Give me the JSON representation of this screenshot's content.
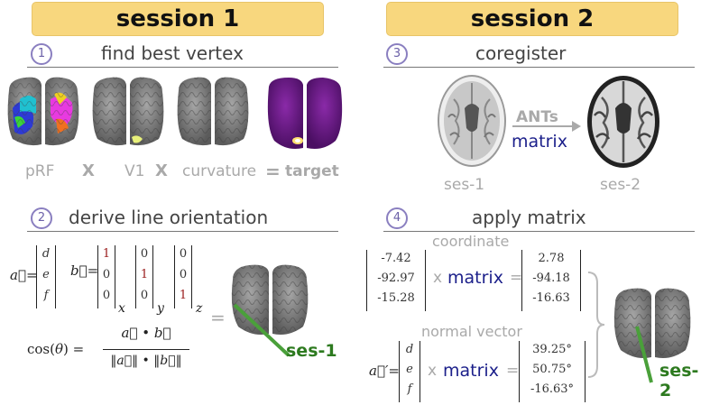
{
  "sessions": {
    "s1": "session 1",
    "s2": "session 2"
  },
  "steps": {
    "s1": {
      "num": "1",
      "title": "find best vertex"
    },
    "s2": {
      "num": "2",
      "title": "derive line orientation"
    },
    "s3": {
      "num": "3",
      "title": "coregister"
    },
    "s4": {
      "num": "4",
      "title": "apply matrix"
    }
  },
  "vertex_row": {
    "prf": "pRF",
    "times1": "X",
    "v1": "V1",
    "times2": "X",
    "curvature": "curvature",
    "equals": "=",
    "target": "target"
  },
  "coreg": {
    "ants": "ANTs",
    "matrix": "matrix",
    "ses1": "ses-1",
    "ses2": "ses-2"
  },
  "orientation": {
    "a_vec": [
      "d",
      "e",
      "f"
    ],
    "basis_x": [
      "1",
      "0",
      "0"
    ],
    "basis_y": [
      "0",
      "1",
      "0"
    ],
    "basis_z": [
      "0",
      "0",
      "1"
    ],
    "sub_x": "x",
    "sub_y": "y",
    "sub_z": "z",
    "equals": "=",
    "ses_label": "ses-1"
  },
  "apply": {
    "coordinate_label": "coordinate",
    "coord_in": [
      "-7.42",
      "-92.97",
      "-15.28"
    ],
    "coord_out": [
      "2.78",
      "-94.18",
      "-16.63"
    ],
    "normal_label": "normal vector",
    "normal_in": [
      "d",
      "e",
      "f"
    ],
    "normal_out": [
      "39.25°",
      "50.75°",
      "-16.63°"
    ],
    "x": "x",
    "matrix": "matrix",
    "equals": "=",
    "ses_label": "ses-2"
  },
  "colors": {
    "banner": "#f8d77e",
    "matrix_blue": "#1b1f8a",
    "green": "#2d7a1f",
    "red": "#9a1c1c",
    "target_purple": "#6a1a86"
  }
}
